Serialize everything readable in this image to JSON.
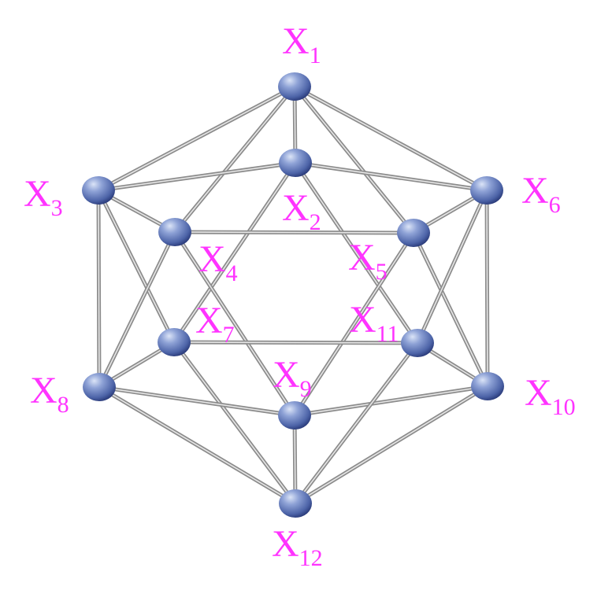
{
  "colors": {
    "label": "#ff33ff",
    "node_light": "#aebfe6",
    "node_mid": "#6f86c4",
    "node_dark": "#34478a",
    "edge_dark": "#8c8c8c",
    "edge_light": "#e6e6e6"
  },
  "nodes": [
    {
      "id": "x1",
      "label_main": "X",
      "label_sub": "1"
    },
    {
      "id": "x2",
      "label_main": "X",
      "label_sub": "2"
    },
    {
      "id": "x3",
      "label_main": "X",
      "label_sub": "3"
    },
    {
      "id": "x4",
      "label_main": "X",
      "label_sub": "4"
    },
    {
      "id": "x5",
      "label_main": "X",
      "label_sub": "5"
    },
    {
      "id": "x6",
      "label_main": "X",
      "label_sub": "6"
    },
    {
      "id": "x7",
      "label_main": "X",
      "label_sub": "7"
    },
    {
      "id": "x8",
      "label_main": "X",
      "label_sub": "8"
    },
    {
      "id": "x9",
      "label_main": "X",
      "label_sub": "9"
    },
    {
      "id": "x10",
      "label_main": "X",
      "label_sub": "10"
    },
    {
      "id": "x11",
      "label_main": "X",
      "label_sub": "11"
    },
    {
      "id": "x12",
      "label_main": "X",
      "label_sub": "12"
    }
  ],
  "edges": [
    [
      "x1",
      "x2"
    ],
    [
      "x1",
      "x3"
    ],
    [
      "x1",
      "x4"
    ],
    [
      "x1",
      "x5"
    ],
    [
      "x1",
      "x6"
    ],
    [
      "x2",
      "x3"
    ],
    [
      "x2",
      "x6"
    ],
    [
      "x2",
      "x7"
    ],
    [
      "x2",
      "x11"
    ],
    [
      "x3",
      "x4"
    ],
    [
      "x3",
      "x7"
    ],
    [
      "x3",
      "x8"
    ],
    [
      "x4",
      "x5"
    ],
    [
      "x4",
      "x8"
    ],
    [
      "x4",
      "x9"
    ],
    [
      "x5",
      "x6"
    ],
    [
      "x5",
      "x9"
    ],
    [
      "x5",
      "x10"
    ],
    [
      "x6",
      "x10"
    ],
    [
      "x6",
      "x11"
    ],
    [
      "x7",
      "x8"
    ],
    [
      "x7",
      "x11"
    ],
    [
      "x7",
      "x12"
    ],
    [
      "x8",
      "x9"
    ],
    [
      "x8",
      "x12"
    ],
    [
      "x9",
      "x10"
    ],
    [
      "x9",
      "x12"
    ],
    [
      "x10",
      "x11"
    ],
    [
      "x10",
      "x12"
    ],
    [
      "x11",
      "x12"
    ]
  ]
}
